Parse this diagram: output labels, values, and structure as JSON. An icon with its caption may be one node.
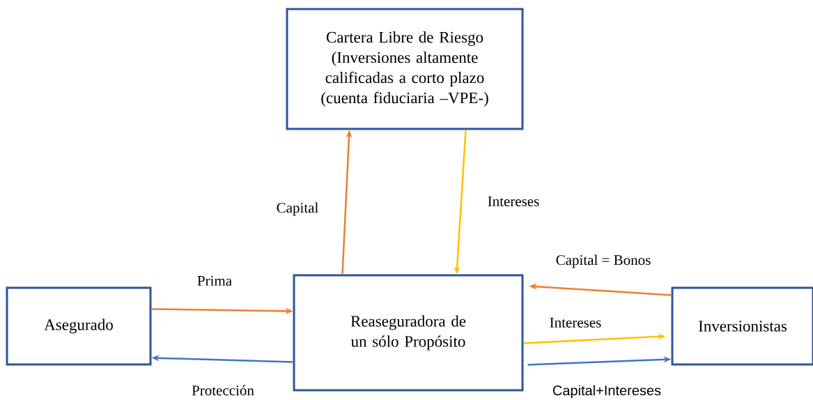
{
  "diagram": {
    "nodes": [
      {
        "text": [
          "Cartera Libre de Riesgo (Inversiones altamente calificadas a corto plazo (cuenta fiduciaria –VPE-)"
        ]
      },
      {
        "text": [
          "Asegurado"
        ]
      },
      {
        "text": [
          "Reaseguradora de un sólo Propósito"
        ]
      },
      {
        "text": [
          "Inversionistas"
        ]
      }
    ],
    "edges": [
      {
        "from": 2,
        "to": 0,
        "arrow": "to",
        "label": "Capital",
        "color": "#ed7d31"
      },
      {
        "from": 0,
        "to": 2,
        "arrow": "to",
        "label": "Intereses",
        "color": "#ffc000"
      },
      {
        "from": 1,
        "to": 2,
        "arrow": "to",
        "label": "Prima",
        "color": "#ed7d31"
      },
      {
        "from": 2,
        "to": 1,
        "arrow": "to",
        "label": "Protección",
        "color": "#4472c4"
      },
      {
        "from": 3,
        "to": 2,
        "arrow": "to",
        "label": "Capital = Bonos",
        "color": "#ed7d31"
      },
      {
        "from": 2,
        "to": 3,
        "arrow": "to",
        "label": "Intereses",
        "color": "#ffc000"
      },
      {
        "from": 2,
        "to": 3,
        "arrow": "to",
        "label": "Capital+Intereses",
        "color": "#4472c4"
      }
    ]
  }
}
